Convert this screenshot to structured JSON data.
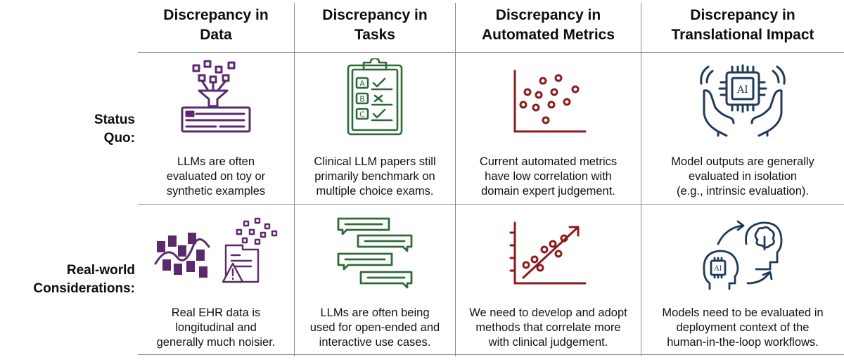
{
  "columns": [
    {
      "line1": "Discrepancy in",
      "line2": "Data"
    },
    {
      "line1": "Discrepancy in",
      "line2": "Tasks"
    },
    {
      "line1": "Discrepancy in",
      "line2": "Automated Metrics"
    },
    {
      "line1": "Discrepancy in",
      "line2": "Translational Impact"
    }
  ],
  "rows": [
    {
      "label_line1": "Status",
      "label_line2": "Quo:",
      "cells": [
        {
          "icon": "data-funnel-icon",
          "lines": [
            "LLMs are often",
            "evaluated on toy or",
            "synthetic examples"
          ]
        },
        {
          "icon": "multiple-choice-clipboard-icon",
          "choice_letters": [
            "A",
            "B",
            "C"
          ],
          "lines": [
            "Clinical LLM papers still",
            "primarily benchmark on",
            "multiple choice exams."
          ]
        },
        {
          "icon": "scatter-low-correlation-icon",
          "lines": [
            "Current automated metrics",
            "have low correlation with",
            "domain expert judgement."
          ]
        },
        {
          "icon": "ai-chip-in-hands-icon",
          "chip_text": "AI",
          "lines": [
            "Model outputs are generally",
            "evaluated in isolation",
            "(e.g., intrinsic evaluation)."
          ]
        }
      ]
    },
    {
      "label_line1": "Real-world",
      "label_line2": "Considerations:",
      "cells": [
        {
          "icon": "noisy-longitudinal-data-icon",
          "lines": [
            "Real EHR data is",
            "longitudinal and",
            "generally much noisier."
          ]
        },
        {
          "icon": "chat-bubbles-icon",
          "lines": [
            "LLMs are often being",
            "used for open-ended and",
            "interactive use cases."
          ]
        },
        {
          "icon": "scatter-high-correlation-icon",
          "lines": [
            "We need to develop and adopt",
            "methods that correlate more",
            "with clinical judgement."
          ]
        },
        {
          "icon": "human-ai-loop-icon",
          "chip_text": "AI",
          "lines": [
            "Models need to be evaluated in",
            "deployment context of the",
            "human-in-the-loop workflows."
          ]
        }
      ]
    }
  ],
  "colors": {
    "data": "#5b2a6e",
    "tasks": "#2e6b37",
    "metrics": "#8c1b1b",
    "impact": "#1f3a5a",
    "grid": "#8a8a8a"
  }
}
